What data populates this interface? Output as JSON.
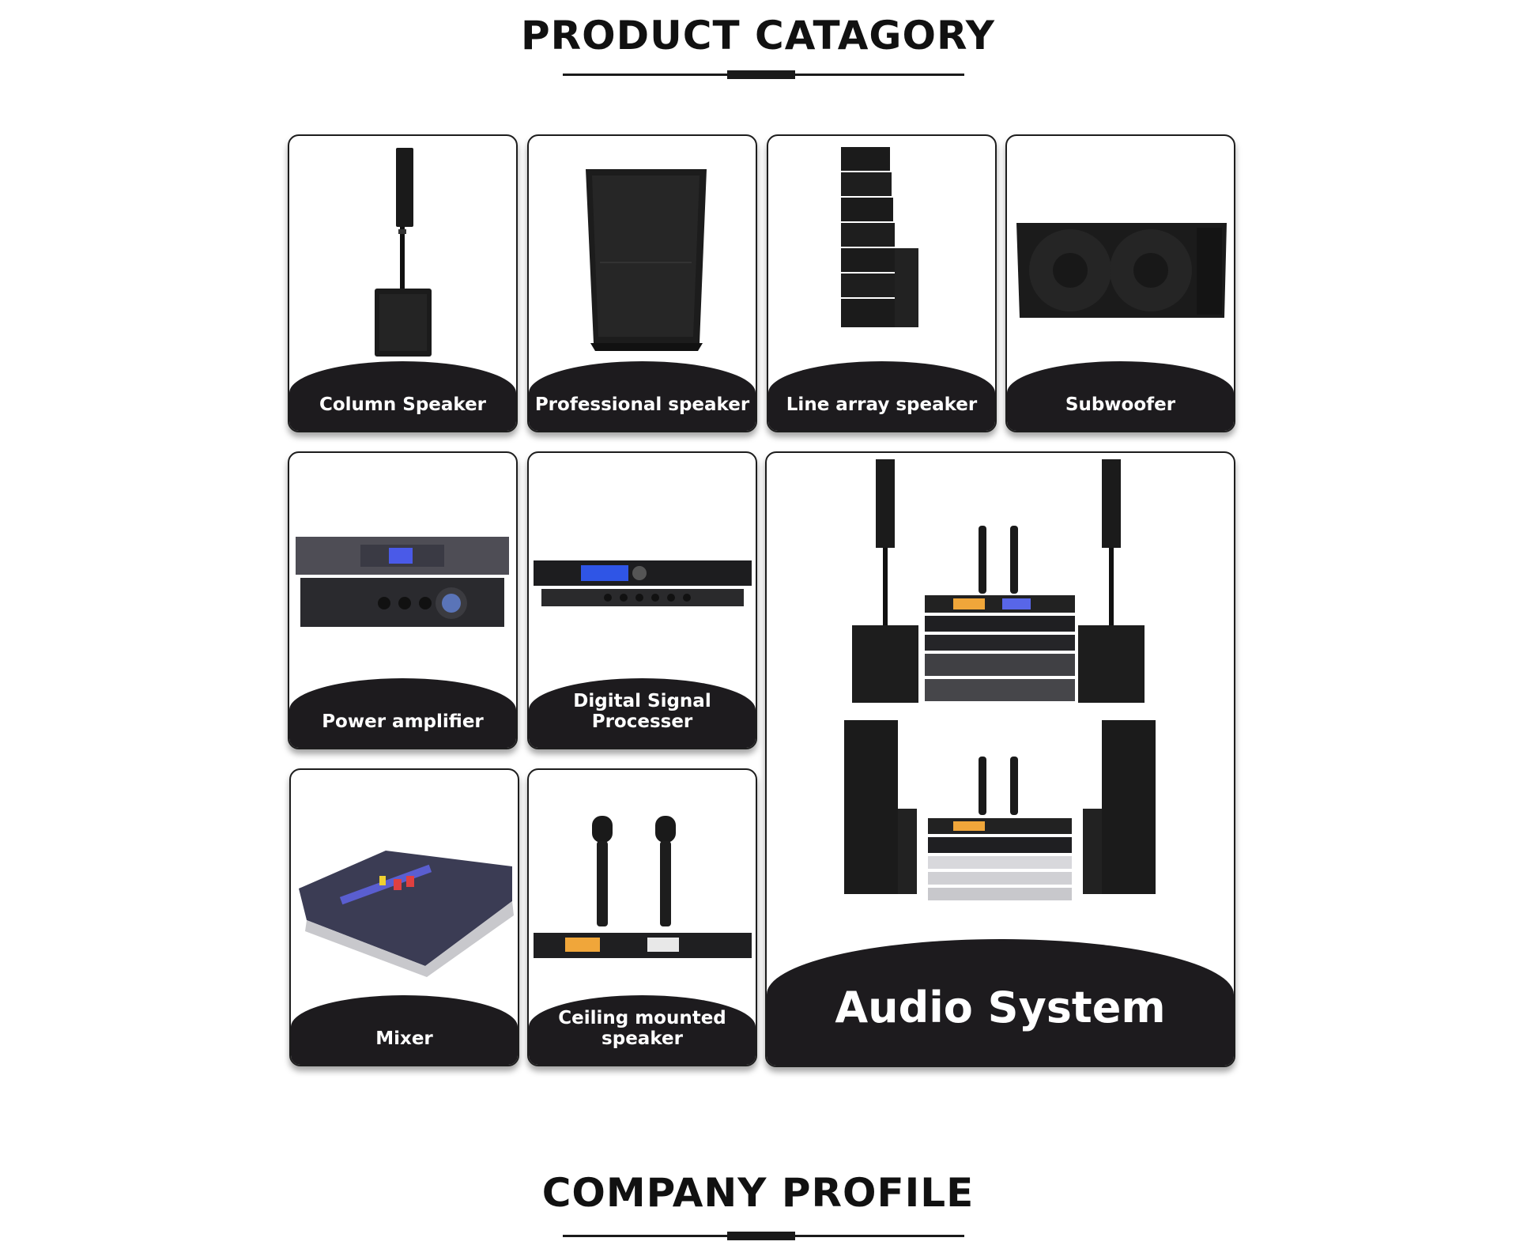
{
  "sections": {
    "product_title": "PRODUCT CATAGORY",
    "profile_title": "COMPANY PROFILE"
  },
  "categories": [
    {
      "label": "Column Speaker"
    },
    {
      "label": "Professional speaker"
    },
    {
      "label": "Line array speaker"
    },
    {
      "label": "Subwoofer"
    },
    {
      "label": "Power amplifier"
    },
    {
      "label": "Digital Signal Processer"
    },
    {
      "label": "Audio System"
    },
    {
      "label": "Mixer"
    },
    {
      "label": "Ceiling mounted speaker"
    }
  ],
  "colors": {
    "plate": "#1d1b1e",
    "border": "#1d1d1d",
    "text_dark": "#111111",
    "display_blue": "#2f55e6",
    "display_orange": "#f0a63a"
  }
}
